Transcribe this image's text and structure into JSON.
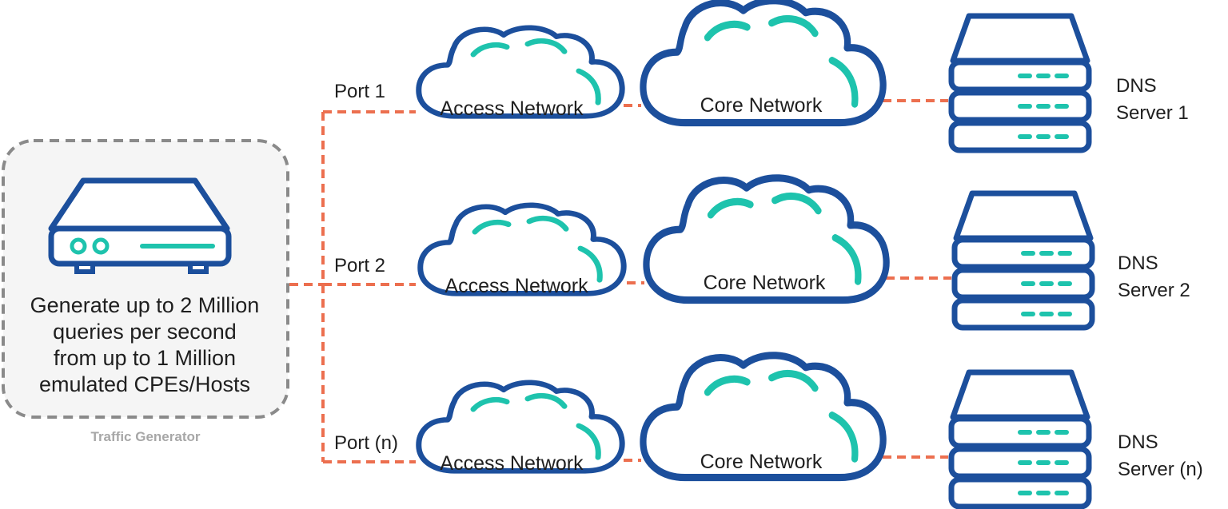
{
  "generator": {
    "caption": "Traffic Generator",
    "lines": [
      "Generate up to 2 Million",
      "queries per second",
      "from up to 1 Million",
      "emulated CPEs/Hosts"
    ]
  },
  "rows": [
    {
      "port": "Port 1",
      "access": "Access Network",
      "core": "Core Network",
      "dns_line1": "DNS",
      "dns_line2": "Server 1"
    },
    {
      "port": "Port 2",
      "access": "Access Network",
      "core": "Core Network",
      "dns_line1": "DNS",
      "dns_line2": "Server 2"
    },
    {
      "port": "Port (n)",
      "access": "Access Network",
      "core": "Core Network",
      "dns_line1": "DNS",
      "dns_line2": "Server (n)"
    }
  ],
  "colors": {
    "outline": "#1c4f9c",
    "accent": "#1ec3ad",
    "link": "#ec6f4f",
    "box_border": "#8a8a8a",
    "box_fill": "#f5f5f5"
  },
  "icons": {
    "generator": "traffic-generator-device-icon",
    "cloud": "cloud-icon",
    "server": "server-stack-icon"
  }
}
